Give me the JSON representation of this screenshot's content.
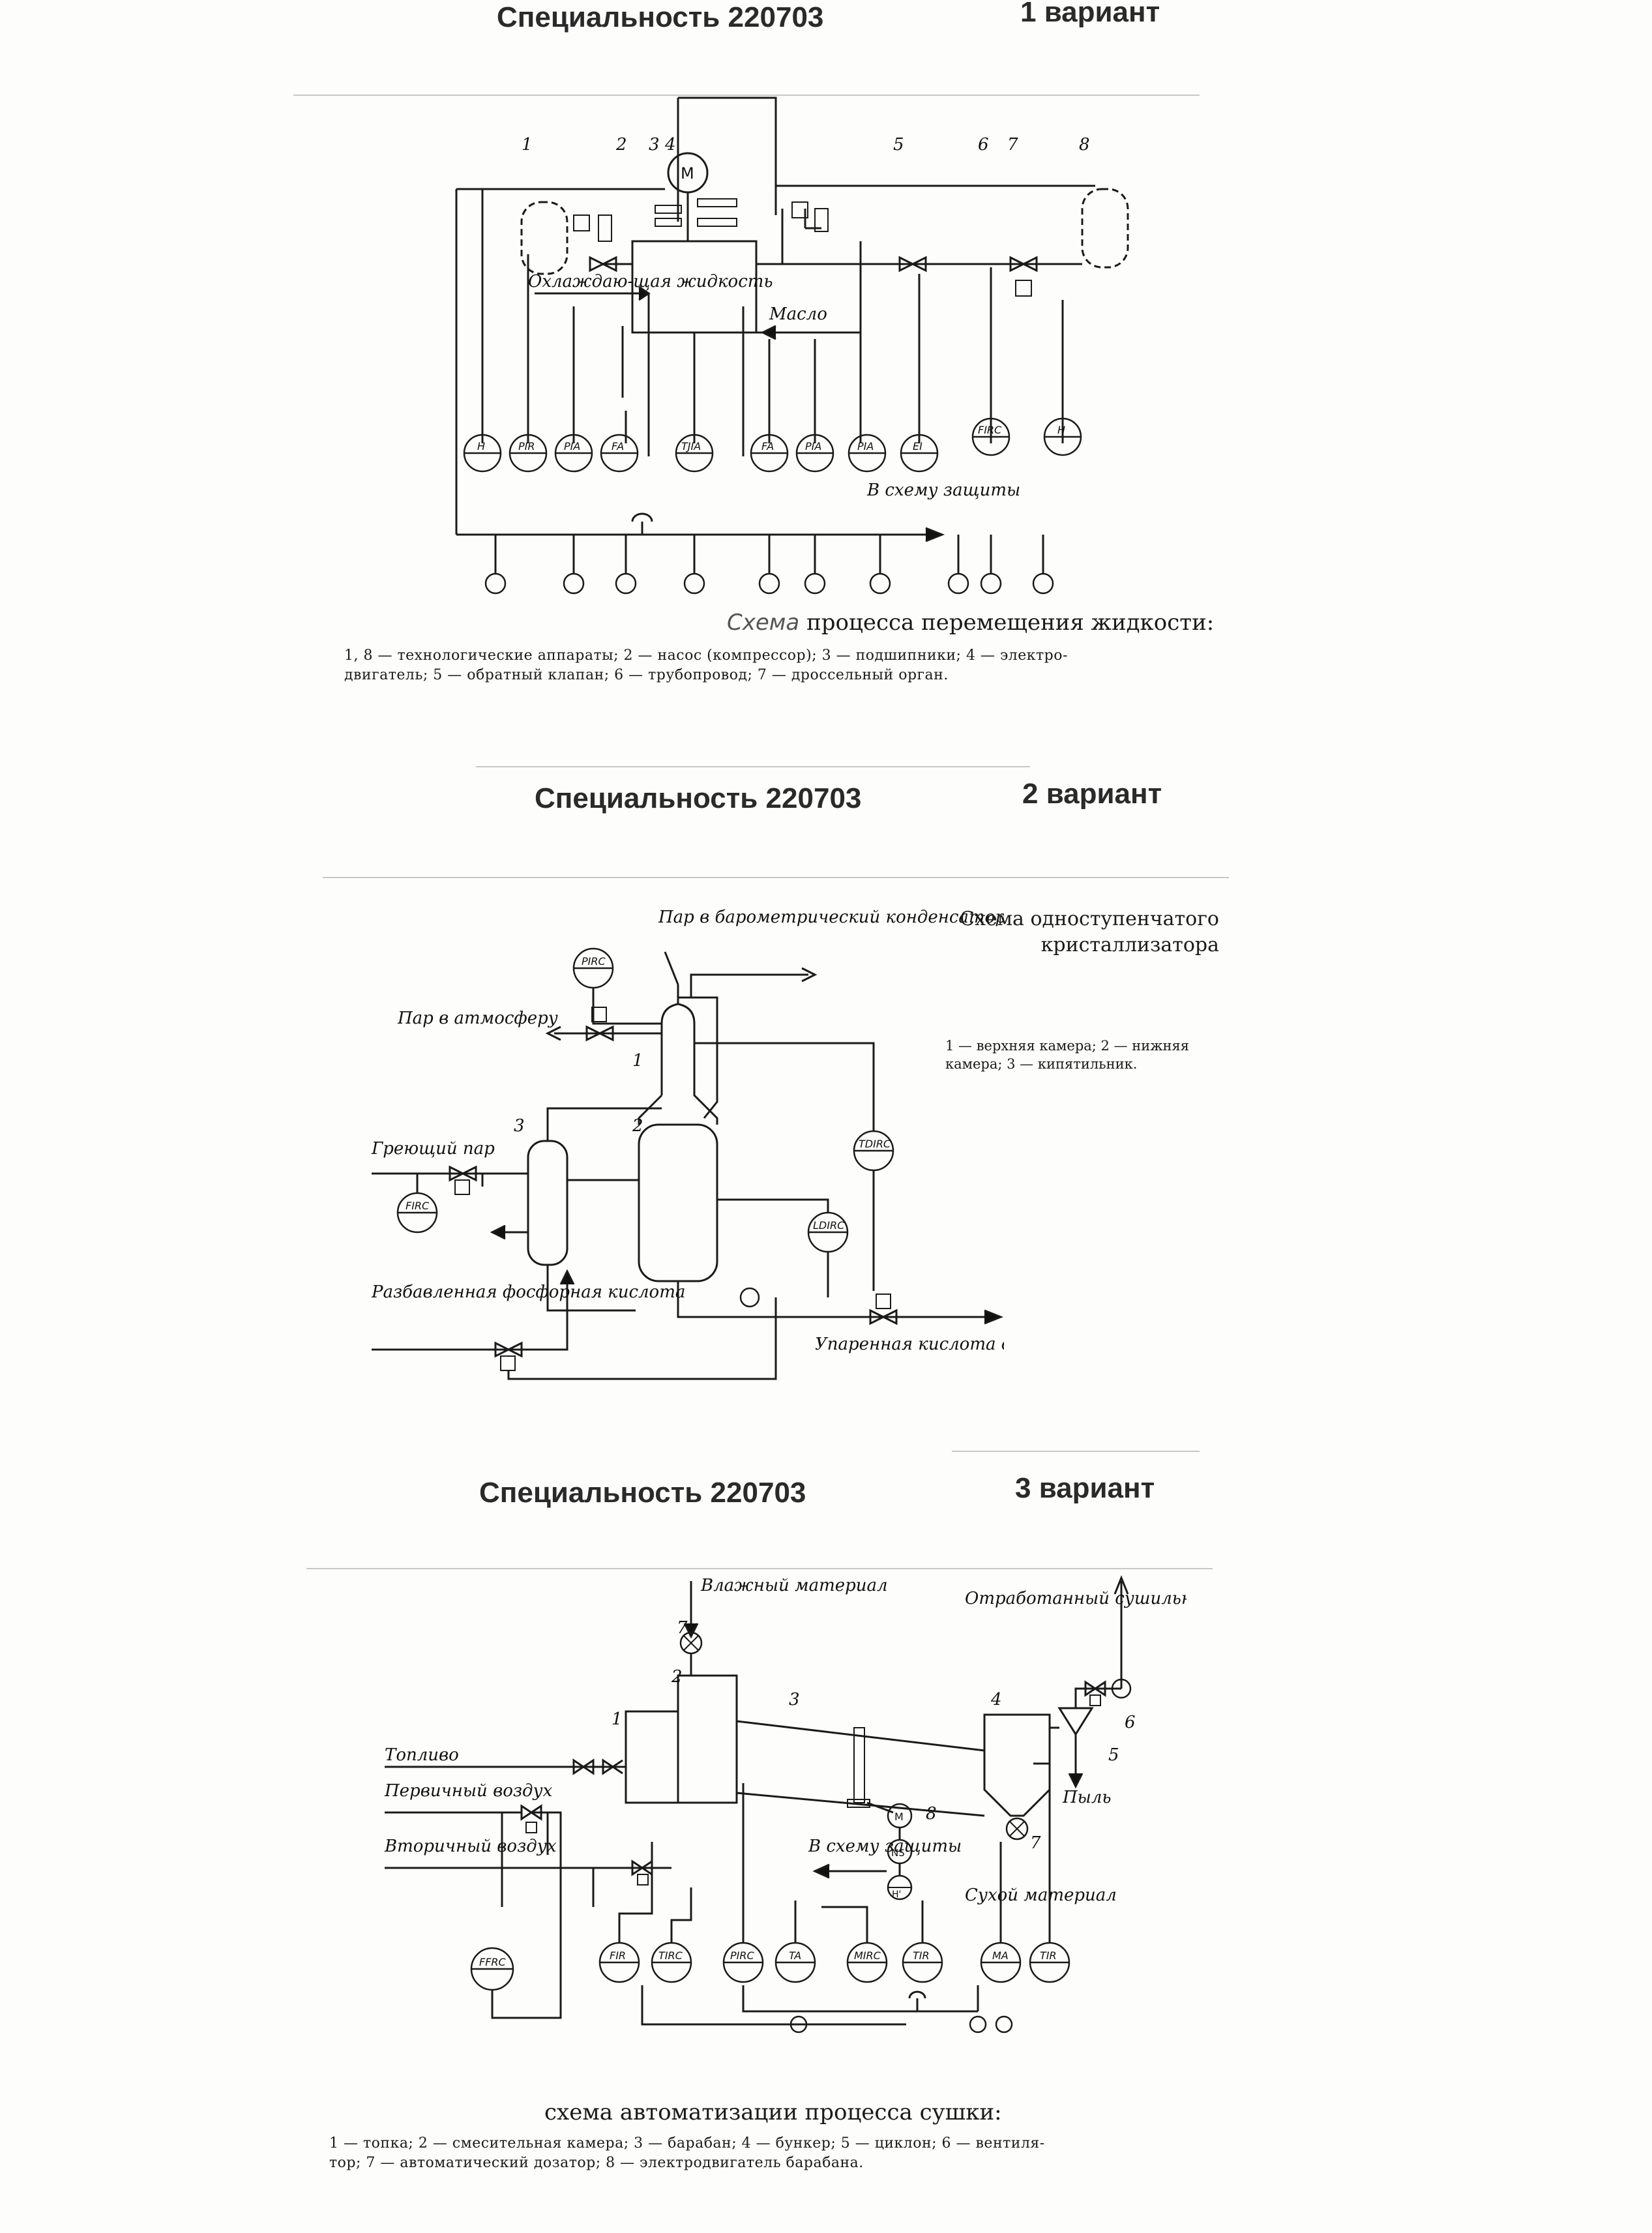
{
  "sections": [
    {
      "header_left": "Специальность 220703",
      "header_right": "1 вариант",
      "labels": {
        "motor": "M",
        "cooling": "Охлаждаю-щая жидкость",
        "oil": "Масло",
        "protection": "В схему защиты",
        "numbers": [
          "1",
          "2",
          "3",
          "4",
          "5",
          "6",
          "7",
          "8"
        ]
      },
      "instruments": [
        "H",
        "PIR",
        "PIA",
        "FA",
        "TJIA",
        "FA",
        "PIA",
        "PIA",
        "EI",
        "FIRC",
        "H"
      ],
      "caption_title_handwritten": "Схема",
      "caption_title": "процесса перемещения жидкости:",
      "caption_line1": "1, 8 — технологические аппараты; 2 — насос (компрессор); 3 — подшипники; 4 — электро-",
      "caption_line2": "двигатель; 5 — обратный клапан; 6 — трубопровод; 7 — дроссельный орган."
    },
    {
      "header_left": "Специальность 220703",
      "header_right": "2 вариант",
      "labels": {
        "steam_cond": "Пар в барометрический конденсатор",
        "steam_atm": "Пар в атмосферу",
        "heating_steam": "Греющий пар",
        "diluted_acid": "Разбавленная фосфорная кислота",
        "product": "Упаренная кислота с кристаллами",
        "numbers": [
          "1",
          "2",
          "3"
        ]
      },
      "instruments": [
        "PIRC",
        "FIRC",
        "TDIRC",
        "LDIRC"
      ],
      "side_caption_title": "Схема одноступенчатого кристаллизатора",
      "side_caption_text": "1 — верхняя камера; 2 — нижняя камера; 3 — кипятильник."
    },
    {
      "header_left": "Специальность 220703",
      "header_right": "3 вариант",
      "labels": {
        "wet": "Влажный материал",
        "exhaust": "Отработанный сушильный агент",
        "fuel": "Топливо",
        "primary_air": "Первичный воздух",
        "secondary_air": "Вторичный воздух",
        "protection": "В схему защиты",
        "dry": "Сухой материал",
        "dust": "Пыль",
        "motor": "M",
        "ns": "NS",
        "h": "H'",
        "numbers": [
          "1",
          "2",
          "3",
          "4",
          "5",
          "6",
          "7",
          "8",
          "7"
        ]
      },
      "instruments": [
        "FFRC",
        "FIR",
        "TIRC",
        "PIRC",
        "TA",
        "MIRC",
        "TIR",
        "MA",
        "TIR"
      ],
      "caption_title": "схема автоматизации процесса сушки:",
      "caption_line1": "1 — топка; 2 — смесительная камера; 3 — барабан; 4 — бункер; 5 — циклон; 6 — вентиля-",
      "caption_line2": "тор; 7 — автоматический дозатор; 8 — электродвигатель барабана."
    }
  ]
}
